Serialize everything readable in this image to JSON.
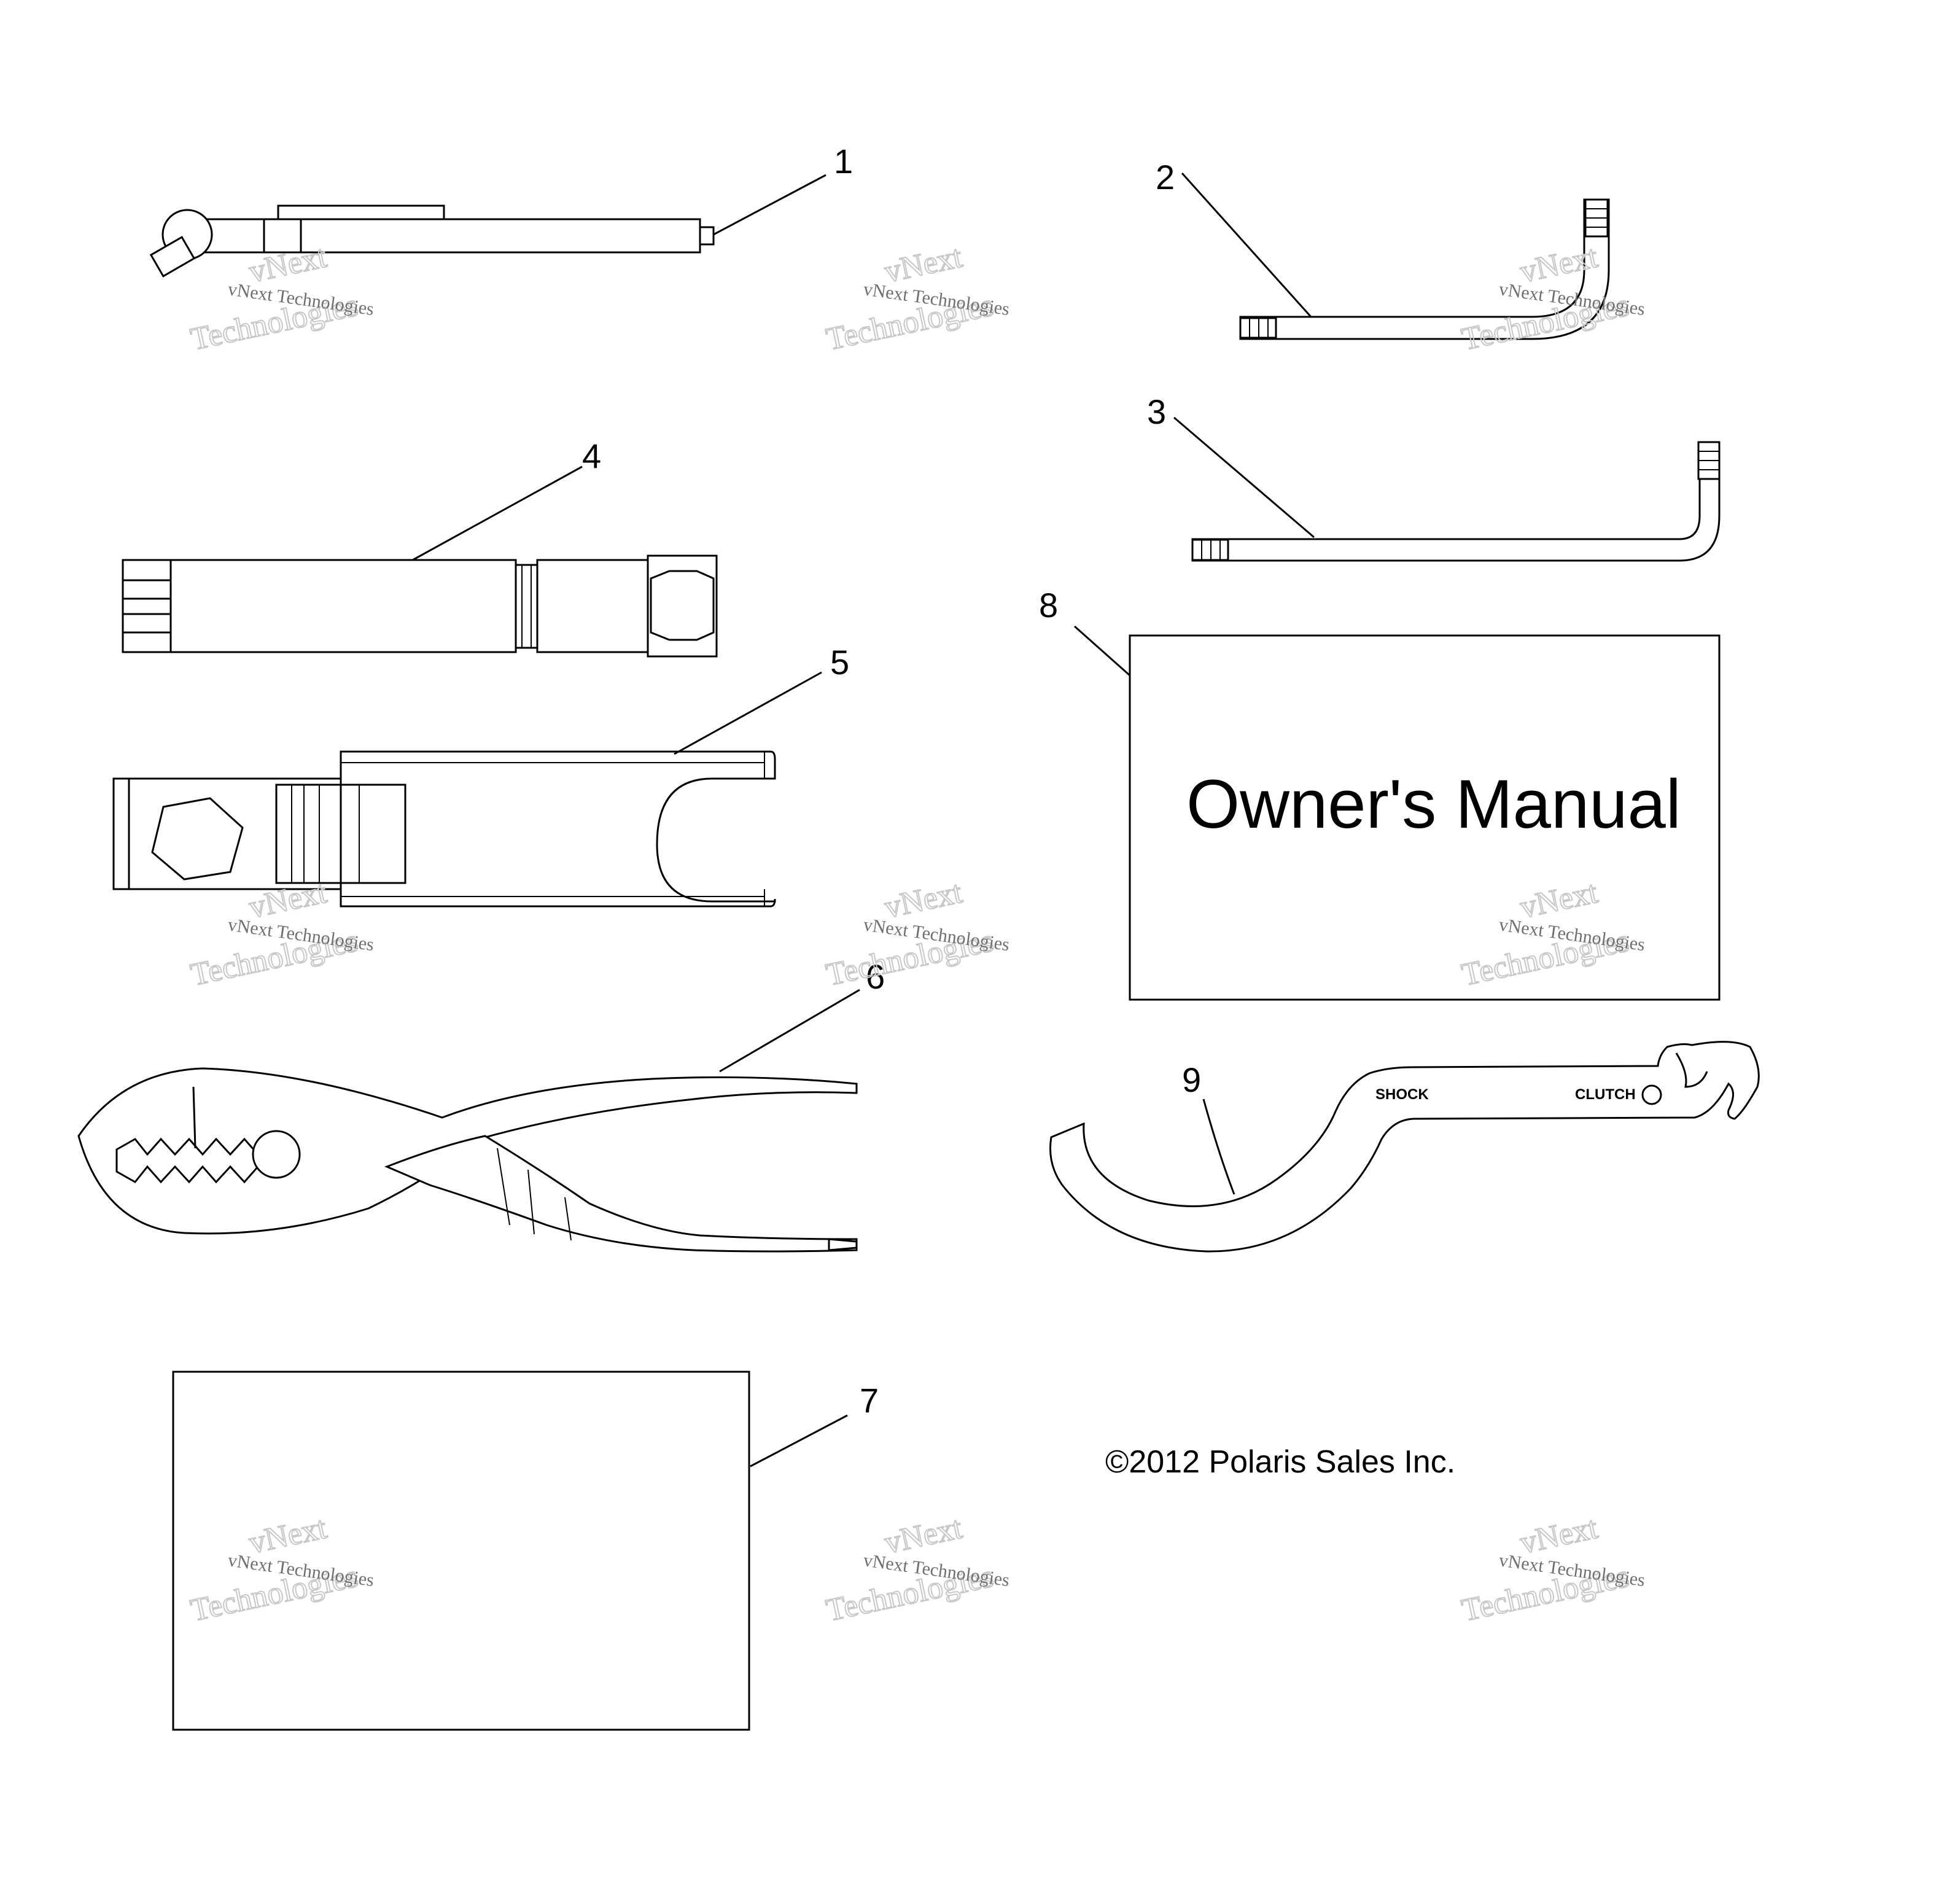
{
  "callouts": [
    "1",
    "2",
    "3",
    "4",
    "5",
    "6",
    "7",
    "8",
    "9"
  ],
  "owners_manual": {
    "title": "Owner's Manual"
  },
  "spanner": {
    "shock_label": "SHOCK",
    "clutch_label": "CLUTCH"
  },
  "copyright": "©2012 Polaris Sales Inc.",
  "watermark": {
    "line1": "vNext Technologies",
    "line2": "vNext",
    "line3": "Technologies"
  }
}
